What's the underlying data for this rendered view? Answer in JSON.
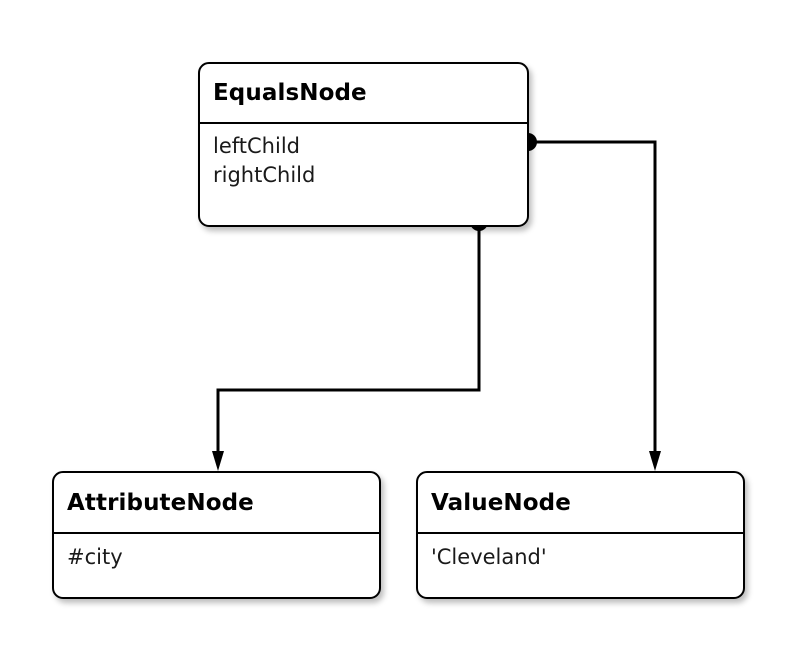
{
  "diagram": {
    "type": "uml-class-diagram",
    "background_color": "#ffffff",
    "line_color": "#000000",
    "nodes": [
      {
        "id": "equals",
        "title": "EqualsNode",
        "attributes": [
          "leftChild",
          "rightChild"
        ]
      },
      {
        "id": "attribute",
        "title": "AttributeNode",
        "attributes": [
          "#city"
        ]
      },
      {
        "id": "value",
        "title": "ValueNode",
        "attributes": [
          "'Cleveland'"
        ]
      }
    ],
    "edges": [
      {
        "id": "edge-leftchild",
        "from": "equals",
        "to": "attribute",
        "source_marker": "filled-circle",
        "target_marker": "filled-arrowhead",
        "label": ""
      },
      {
        "id": "edge-rightchild",
        "from": "equals",
        "to": "value",
        "source_marker": "filled-circle",
        "target_marker": "filled-arrowhead",
        "label": ""
      }
    ]
  }
}
